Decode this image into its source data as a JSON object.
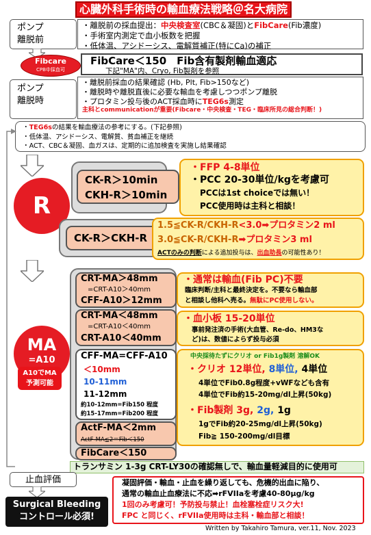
{
  "title": "心臓外科手術時の輸血療法戦略＠名大病院",
  "phases": {
    "pre": "ポンプ\n離脱前",
    "during": "ポンプ\n離脱時",
    "evaluation": "止血評価"
  },
  "pre": {
    "l1a": "・離脱前の採血提出：",
    "l1b": "中央検査室",
    "l1c": "(CBC＆凝固)と",
    "l1d": "FibCare",
    "l1e": "(Fib濃度)",
    "l2": "・手術室内測定で血小板数を把握",
    "l3": "・低体温、アシドーシス、電解質補正(特にCa)の補正"
  },
  "fibcare_badge": {
    "title": "Fibcare",
    "sub": "CPB中採血可"
  },
  "fib_rule": {
    "main": "FibCare＜150　Fib含有製剤輸血適応",
    "sub": "下記\"MA\"内、Cryo, Fib製剤を参照"
  },
  "during": {
    "l1": "・離脱前採血の結果確認 (Hb, Plt, Fib>150など)",
    "l2": "・離脱時や離脱直後に必要な輸血を考慮しつつポンプ離脱",
    "l3a": "・プロタミン投与後のACT採血時に",
    "l3b": "TEG6s",
    "l3c": "測定",
    "l4": "主科とcommunicationが重要(Fibcare・中央検査・TEG・臨床所見の総合判断！)"
  },
  "teg": {
    "l1a": "・",
    "l1b": "TEG6s",
    "l1c": "の結果を輸血療法の参考にする。(下記参照)",
    "l2": "・低体温、アシドーシス、電解質、貧血補正を継続",
    "l3": "・ACT、CBC＆凝固、血ガスは、定期的に追加検査を実施し結果確認"
  },
  "r": {
    "label": "R",
    "cond1a": "CK-R＞10min",
    "cond1b": "CKH-R＞10min",
    "t1": "・FFP 4-8単位",
    "t2": "・PCC 20-30単位/kgを考慮可",
    "t3": "PCCは1st choiceでは無い！",
    "t4": "PCC使用時は主科と相談！",
    "cond2": "CK-R＞CKH-R",
    "p1a": "1.5≦CK-R/CKH-R",
    "p1b": "<3.0➡プロタミン2 ml",
    "p2a": "3.0≦CK-R/CKH-R",
    "p2b": "➡プロタミン3 ml",
    "p3a": "ACTのみの判断",
    "p3b": "による追加投与は、",
    "p3c": "出血助長",
    "p3d": "の可能性あり！"
  },
  "ma": {
    "label": "MA",
    "sub": "=A10",
    "badge": "A10でMA\n予測可能",
    "c1a": "CRT-MA＞48mm",
    "c1b": "=CRT-A10＞40mm",
    "c1c": "CFF-A10＞12mm",
    "c1t1": "・通常は輸血(Fib PC)不要",
    "c1t2": "臨床判断/主科と最終決定を。不要なら輸血部",
    "c1t3a": "と相談し他科へ売る。",
    "c1t3b": "無駄にPC使用しない。",
    "c2a": "CRT-MA＜48mm",
    "c2b": "=CRT-A10＜40mm",
    "c2c": "CRT-A10＜40mm",
    "c2t1": "・血小板 15-20単位",
    "c2t2": "事前発注済の手術(大血管、Re-do、HM3な",
    "c2t3": "ど)は、数値によらず投与必須",
    "c3a": "CFF-MA=CFF-A10",
    "c3b": "＜10mm",
    "c3c": "10-11mm",
    "c3d": "11-12mm",
    "c3e": "約10-12mm=Fib150 程度",
    "c3f": "約15-17mm=Fib200 程度",
    "c3g": "中央採待たずにクリオ or Fib1g製剤 溶解OK",
    "c3h1": "・クリオ 12単位,",
    "c3h2": "8単位,",
    "c3h3": "4単位",
    "c3i": "4単位でFib0.8g程度+vWFなども含有",
    "c3j": "4単位でFib約15-20mg/dl上昇(50kg)",
    "c3k1": "・Fib製剤 3g,",
    "c3k2": "2g,",
    "c3k3": "1g",
    "c3l": "1gでFib約20-25mg/dl上昇(50kg)",
    "c3m": "Fib≧ 150-200mg/dl目標",
    "c4a": "ActF-MA＜2mm",
    "c4b": "ActF-MA≦2＝Fib＜150",
    "c5": "FibCare＜150"
  },
  "tranexamic": "トランサミン 1-3g CRT-LY30の確認無しで、輸血量軽減目的に使用可",
  "final": {
    "l1": "凝固評価・輸血・止血を繰り返しても、危機的出血に陥り、",
    "l2": "通常の輸血止血療法に不応➡rFVIIaを考慮40-80μg/kg",
    "l3": "1回のみ考慮可！予防投与禁止！血栓塞栓症リスク大!",
    "l4": "FPC と同じく、rFVIIa使用時は主科・輸血部と相談！"
  },
  "surgical": {
    "l1": "Surgical Bleeding",
    "l2": "コントロール必須!"
  },
  "footer": "Written by Takahiro Tamura, ver.11, Nov. 2023"
}
